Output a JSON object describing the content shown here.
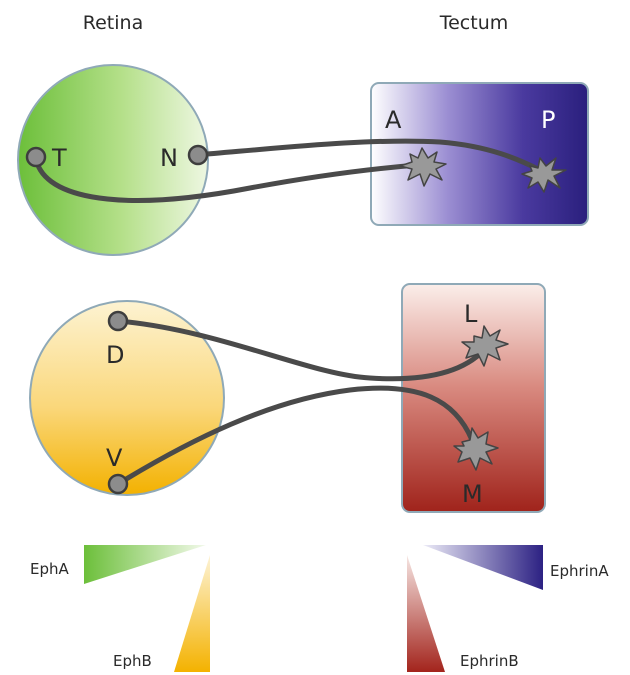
{
  "headers": {
    "retina": "Retina",
    "tectum": "Tectum"
  },
  "retina_top": {
    "temporal": "T",
    "nasal": "N"
  },
  "tectum_top": {
    "anterior": "A",
    "posterior": "P"
  },
  "retina_bottom": {
    "dorsal": "D",
    "ventral": "V"
  },
  "tectum_bottom": {
    "lateral": "L",
    "medial": "M"
  },
  "gradients": {
    "epha": "EphA",
    "ephb": "EphB",
    "ephrina": "EphrinA",
    "ephrinb": "EphrinB"
  },
  "colors": {
    "green": "#6cbf3a",
    "yellow": "#f6b400",
    "purple": "#2c2183",
    "red": "#a3241c",
    "axon": "#4a4a4a",
    "neuron": "#8c8c8c"
  }
}
